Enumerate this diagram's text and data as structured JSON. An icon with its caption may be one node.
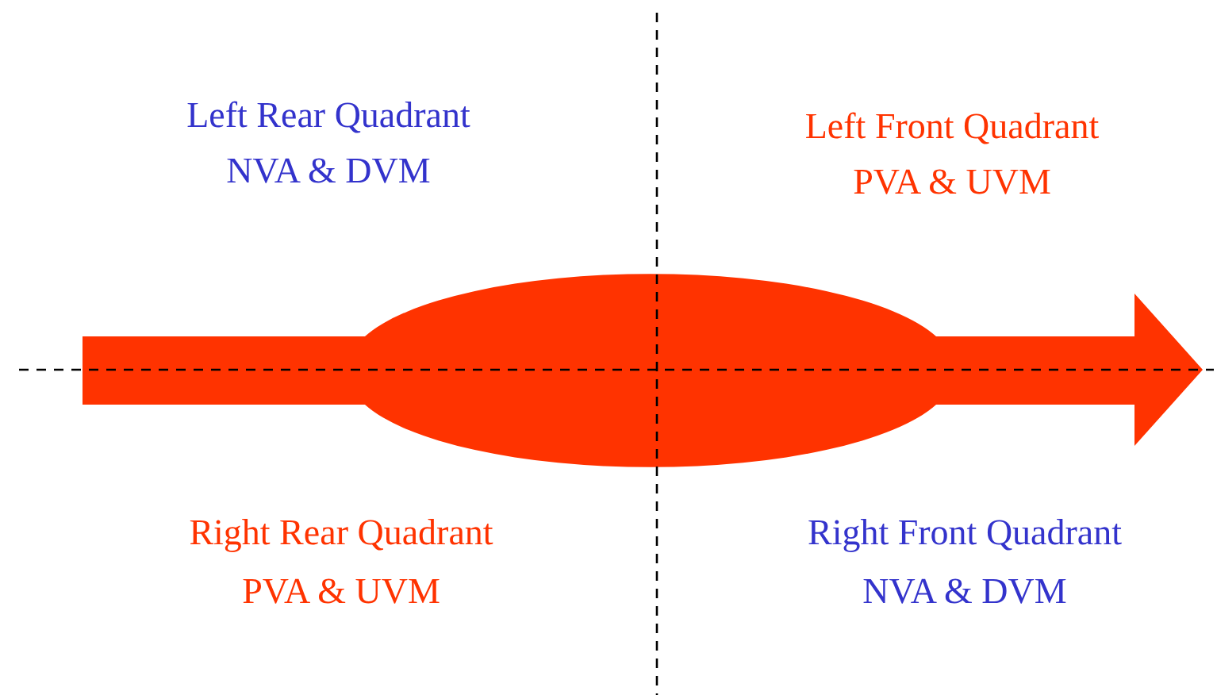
{
  "diagram": {
    "labels": [
      "Left Rear Quadrant",
      "NVA & DVM",
      "Left Front Quadrant",
      "PVA & UVM",
      "Right Rear Quadrant",
      "PVA & UVM",
      "Right Front Quadrant",
      "NVA & DVM"
    ]
  }
}
